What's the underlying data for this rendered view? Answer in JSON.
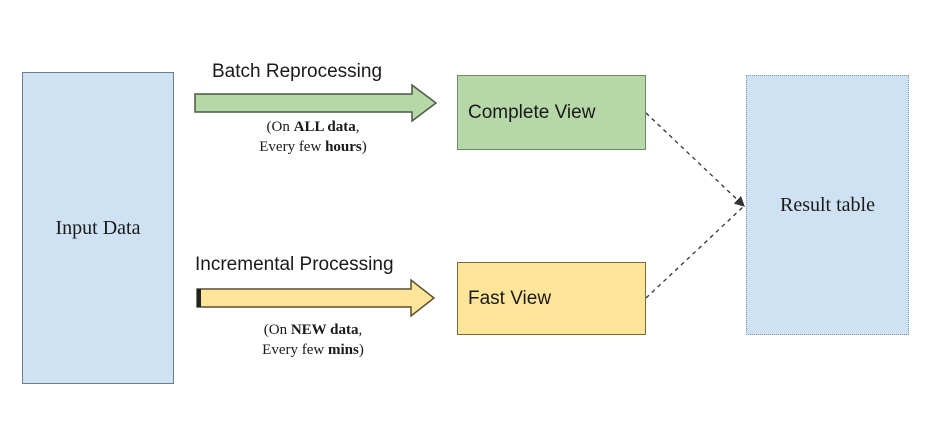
{
  "diagram": {
    "input": "Input Data",
    "batch": {
      "label": "Batch Reprocessing",
      "note_open": "(On ",
      "note_bold1": "ALL data",
      "note_mid": ",",
      "note_line2": "Every few ",
      "note_bold2": "hours",
      "note_close": ")"
    },
    "incremental": {
      "label": "Incremental Processing",
      "note_open": "(On ",
      "note_bold1": "NEW data",
      "note_mid": ",",
      "note_line2": "Every few ",
      "note_bold2": "mins",
      "note_close": ")"
    },
    "complete_view": "Complete View",
    "fast_view": "Fast View",
    "result": "Result table"
  },
  "colors": {
    "input_fill": "#cfe2f3",
    "batch_arrow": "#b6d7a8",
    "incremental_arrow": "#ffe599",
    "complete_fill": "#b6d7a8",
    "fast_fill": "#ffe599",
    "result_fill": "#cfe2f3"
  }
}
